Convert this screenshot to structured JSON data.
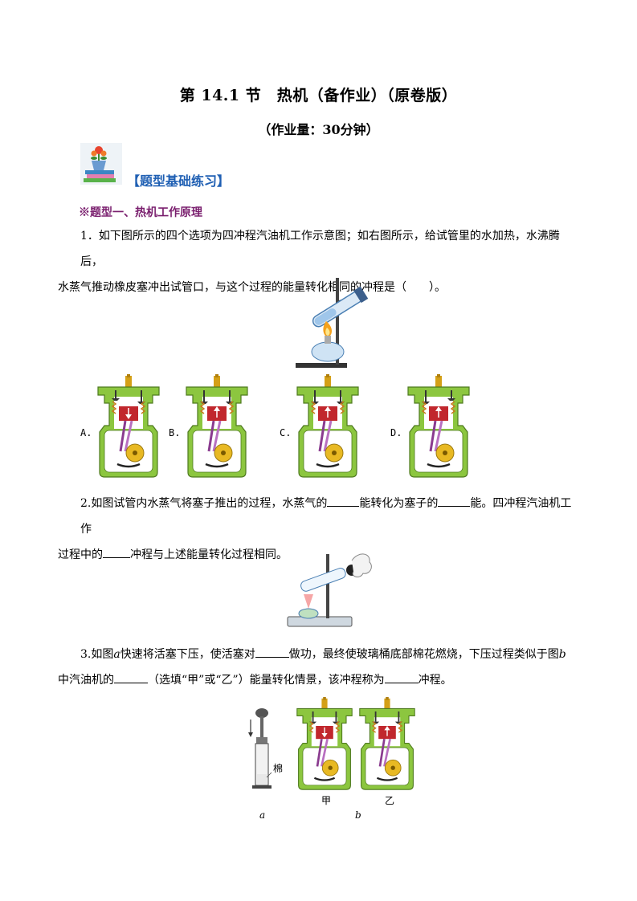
{
  "header": {
    "title": "第 14.1 节　热机（备作业）（原卷版）",
    "subtitle": "（作业量：30分钟）"
  },
  "section": {
    "label": "【题型基础练习】"
  },
  "topic": {
    "label": "※题型一、热机工作原理"
  },
  "q1": {
    "line1": "1．如下图所示的四个选项为四冲程汽油机工作示意图；如右图所示，给试管里的水加热，水沸腾后，",
    "line2": "水蒸气推动橡皮塞冲出试管口，与这个过程的能量转化相同的冲程是（　　）。",
    "options": [
      "A.",
      "B.",
      "C.",
      "D."
    ]
  },
  "q2": {
    "line1_a": "2.如图试管内水蒸气将塞子推出的过程，水蒸气的",
    "line1_b": "能转化为塞子的",
    "line1_c": "能。四冲程汽油机工作",
    "line2_a": "过程中的",
    "line2_b": "冲程与上述能量转化过程相同。"
  },
  "q3": {
    "line1_a": "3.如图",
    "line1_fig_a": "a",
    "line1_b": "快速将活塞下压，使活塞对",
    "line1_c": "做功，最终使玻璃桶底部棉花燃烧，下压过程类似于图",
    "line1_fig_b": "b",
    "line2_a": "中汽油机的",
    "line2_b": "（选填“甲”或“乙”）能量转化情景，该冲程称为",
    "line2_c": "冲程。",
    "fig_labels": {
      "cotton": "棉",
      "jia": "甲",
      "yi": "乙",
      "a": "a",
      "b": "b"
    }
  },
  "colors": {
    "engine_body": "#8cc63f",
    "piston": "#c1272d",
    "section_blue": "#1f5fb3",
    "topic_purple": "#7a1f6e"
  },
  "icons": {
    "section": "flower-pot-books-icon"
  }
}
